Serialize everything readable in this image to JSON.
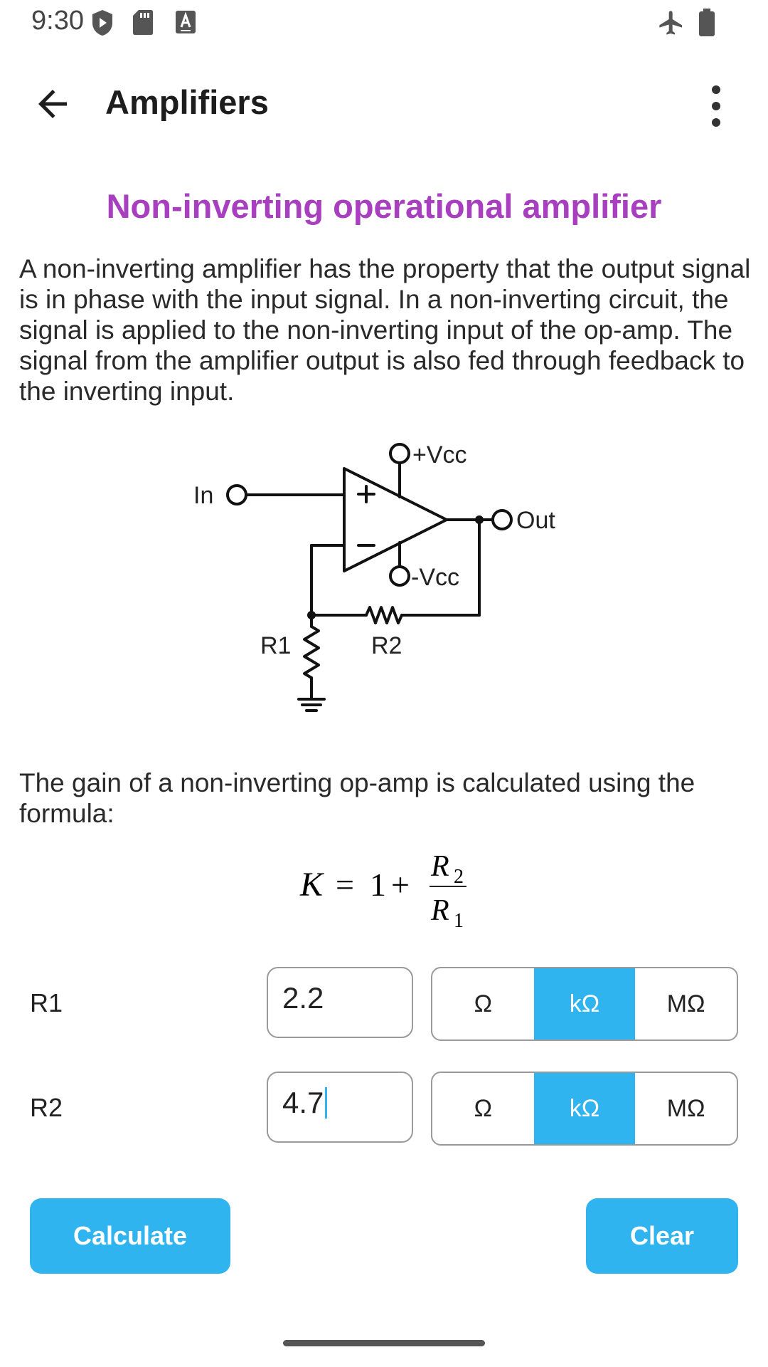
{
  "status_bar": {
    "time": "9:30",
    "icons": [
      "play-protect-icon",
      "sd-card-icon",
      "keyboard-a-icon",
      "airplane-mode-icon",
      "battery-icon"
    ]
  },
  "app_bar": {
    "title": "Amplifiers",
    "back_icon": "arrow-back-icon",
    "menu_icon": "more-vert-icon"
  },
  "content": {
    "heading": "Non-inverting operational amplifier",
    "intro": "A non-inverting amplifier has the property that the output signal is in phase with the input signal. In a non-inverting circuit, the signal is applied to the non-inverting input of the op-amp. The signal from the amplifier output is also fed through feedback to the inverting input.",
    "gain_text": "The gain of a non-inverting op-amp is calculated using the formula:"
  },
  "diagram": {
    "in": "In",
    "out": "Out",
    "vcc_pos": "+Vcc",
    "vcc_neg": "-Vcc",
    "plus": "+",
    "minus": "−",
    "r1": "R1",
    "r2": "R2"
  },
  "formula": {
    "lhs": "K",
    "eq": "=",
    "one": "1",
    "plus": "+",
    "num": "R",
    "num_sub": "2",
    "den": "R",
    "den_sub": "1"
  },
  "inputs": {
    "r1": {
      "label": "R1",
      "value": "2.2",
      "units": [
        "Ω",
        "kΩ",
        "MΩ"
      ],
      "selected": "kΩ"
    },
    "r2": {
      "label": "R2",
      "value": "4.7",
      "units": [
        "Ω",
        "kΩ",
        "MΩ"
      ],
      "selected": "kΩ"
    }
  },
  "buttons": {
    "calculate": "Calculate",
    "clear": "Clear"
  },
  "colors": {
    "accent": "#2fb4ef",
    "heading": "#a83fbf"
  }
}
